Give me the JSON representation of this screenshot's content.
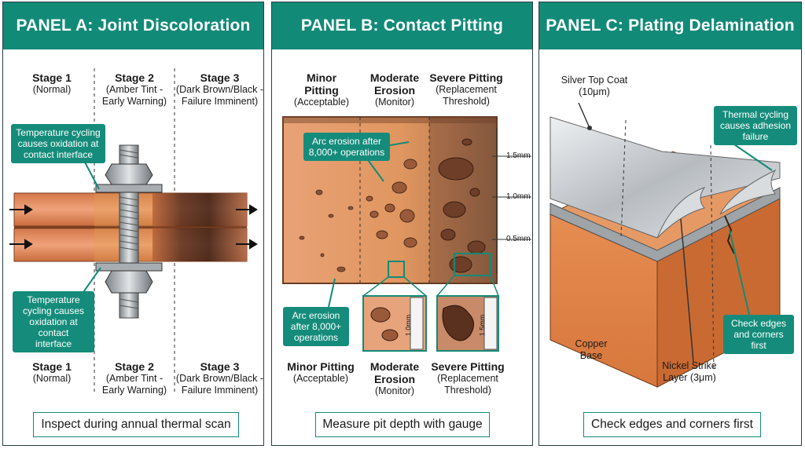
{
  "panel_a": {
    "title": "PANEL A: Joint Discoloration",
    "stages_top": [
      {
        "name": "Stage 1",
        "desc1": "(Normal)",
        "desc2": ""
      },
      {
        "name": "Stage 2",
        "desc1": "(Amber Tint -",
        "desc2": "Early Warning)"
      },
      {
        "name": "Stage 3",
        "desc1": "(Dark Brown/Black -",
        "desc2": "Failure Imminent)"
      }
    ],
    "stages_bottom": [
      {
        "name": "Stage 1",
        "desc1": "(Normal)",
        "desc2": ""
      },
      {
        "name": "Stage 2",
        "desc1": "(Amber Tint -",
        "desc2": "Early Warning)"
      },
      {
        "name": "Stage 3",
        "desc1": "(Dark Brown/Black -",
        "desc2": "Failure Imminent)"
      }
    ],
    "callout_top": [
      "Temperature cycling",
      "causes oxidation at",
      "contact interface"
    ],
    "callout_bottom": [
      "Temperature",
      "cycling causes",
      "oxidation at",
      "contact",
      "interface"
    ],
    "footer": "Inspect during annual thermal scan"
  },
  "panel_b": {
    "title": "PANEL B: Contact Pitting",
    "columns_top": [
      {
        "l1": "Minor",
        "l2": "Pitting",
        "desc1": "(Acceptable)",
        "desc2": ""
      },
      {
        "l1": "Moderate",
        "l2": "Erosion",
        "desc1": "(Monitor)",
        "desc2": ""
      },
      {
        "l1": "Severe Pitting",
        "l2": "",
        "desc1": "(Replacement",
        "desc2": "Threshold)"
      }
    ],
    "columns_bottom": [
      {
        "l1": "Minor Pitting",
        "l2": "",
        "desc1": "(Acceptable)",
        "desc2": ""
      },
      {
        "l1": "Moderate",
        "l2": "Erosion",
        "desc1": "(Monitor)",
        "desc2": ""
      },
      {
        "l1": "Severe Pitting",
        "l2": "",
        "desc1": "(Replacement",
        "desc2": "Threshold)"
      }
    ],
    "callout_top": [
      "Arc erosion after",
      "8,000+ operations"
    ],
    "callout_bottom": [
      "Arc erosion",
      "after 8,000+",
      "operations"
    ],
    "scale_marks": [
      "1.5mm",
      "1.0mm",
      "0.5mm"
    ],
    "gauge_labels": [
      "1.0mm",
      "1.5mm"
    ],
    "footer": "Measure pit depth with gauge"
  },
  "panel_c": {
    "title": "PANEL C: Plating Delamination",
    "silver_label": [
      "Silver Top Coat",
      "(10μm)"
    ],
    "copper_label": [
      "Copper",
      "Base"
    ],
    "nickel_label": [
      "Nickel Strike",
      "Layer (3μm)"
    ],
    "callout_top": [
      "Thermal cycling",
      "causes adhesion",
      "failure"
    ],
    "callout_bottom": [
      "Check edges",
      "and corners",
      "first"
    ],
    "footer": "Check edges and corners first"
  },
  "colors": {
    "accent": "#128a78",
    "copper": "#e08a55",
    "dark_copper": "#4a2a1a",
    "silver": "#c9cdd1"
  }
}
